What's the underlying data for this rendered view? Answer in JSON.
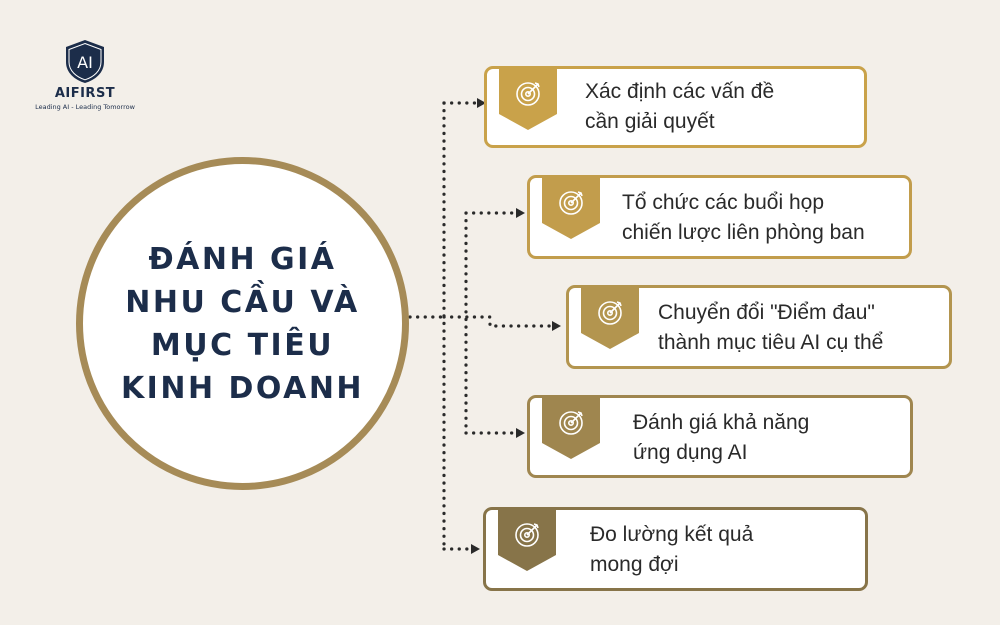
{
  "brand": {
    "logo_mark": "AI",
    "name": "AIFIRST",
    "tagline": "Leading AI - Leading Tomorrow"
  },
  "hub": {
    "title_lines": [
      "ĐÁNH GIÁ",
      "NHU CẦU VÀ",
      "MỤC TIÊU",
      "KINH DOANH"
    ]
  },
  "steps": [
    {
      "lines": [
        "Xác định các vấn đề",
        "cần giải quyết"
      ],
      "icon": "target-icon",
      "color": "#c9a24a"
    },
    {
      "lines": [
        "Tổ chức các buổi họp",
        "chiến lược liên phòng ban"
      ],
      "icon": "target-icon",
      "color": "#c29d4c"
    },
    {
      "lines": [
        "Chuyển đổi \"Điểm đau\"",
        "thành mục tiêu AI cụ thể"
      ],
      "icon": "target-icon",
      "color": "#b3954f"
    },
    {
      "lines": [
        "Đánh giá khả năng",
        "ứng dụng AI"
      ],
      "icon": "target-icon",
      "color": "#9f864f"
    },
    {
      "lines": [
        "Đo lường kết quả",
        "mong đợi"
      ],
      "icon": "target-icon",
      "color": "#877449"
    }
  ],
  "colors": {
    "background": "#f3efe9",
    "navy": "#1c2d4a",
    "hub_ring": "#a68b57",
    "connector": "#2a2a2a"
  }
}
